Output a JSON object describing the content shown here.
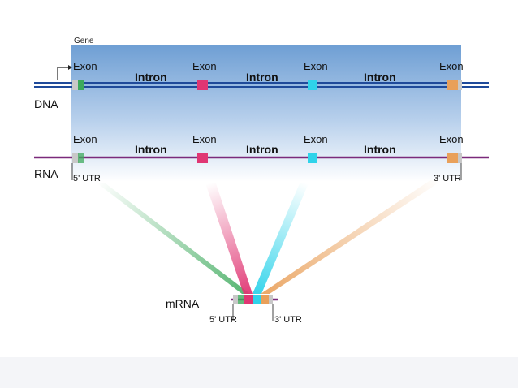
{
  "labels": {
    "gene": "Gene",
    "dna": "DNA",
    "rna": "RNA",
    "mrna": "mRNA",
    "exon": "Exon",
    "intron": "Intron",
    "utr5": "5' UTR",
    "utr3": "3' UTR"
  },
  "colors": {
    "panel_top": "#6f9fd4",
    "panel_bottom": "#ffffff",
    "dna_strand": "#1f4a9a",
    "rna_strand": "#7b2a7b",
    "exon_1": "#3daa5c",
    "exon_2": "#e03673",
    "exon_3": "#2fd3ea",
    "exon_4": "#e9a05a"
  },
  "exons": [
    {
      "name": "exon-1",
      "color": "#3daa5c"
    },
    {
      "name": "exon-2",
      "color": "#e03673"
    },
    {
      "name": "exon-3",
      "color": "#2fd3ea"
    },
    {
      "name": "exon-4",
      "color": "#e9a05a"
    }
  ]
}
